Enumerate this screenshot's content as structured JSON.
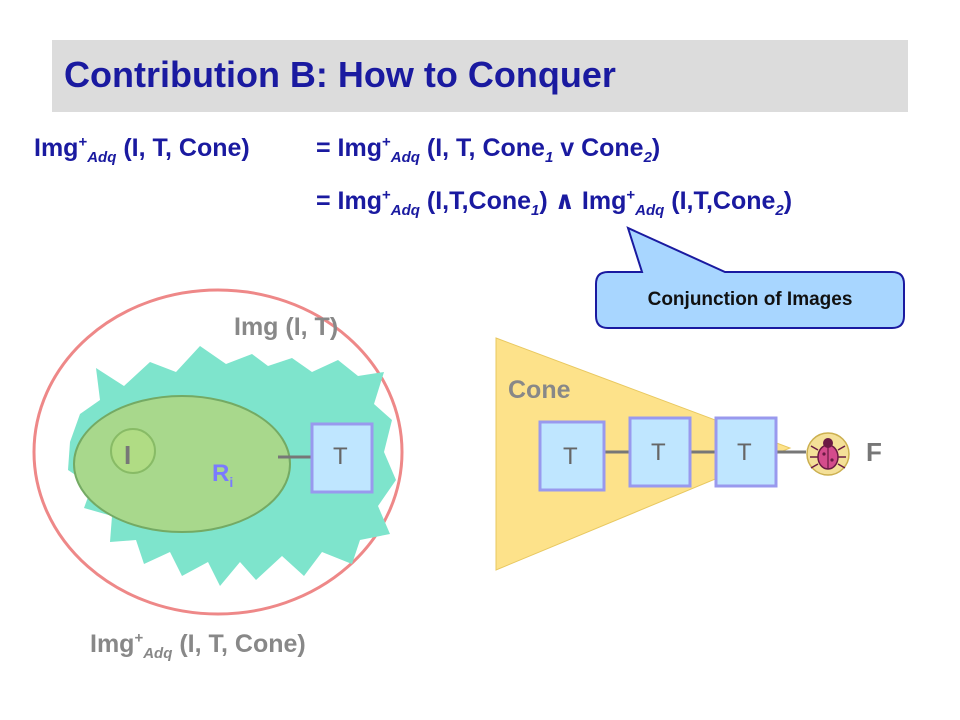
{
  "title": "Contribution B: How to Conquer",
  "equation": {
    "lhs": {
      "base": "Img",
      "sup": "+",
      "sub": "Adq",
      "args": " (I, T, Cone)"
    },
    "line1": {
      "prefix": "= Img",
      "sup": "+",
      "sub": "Adq",
      "args_a": " (I, T, Cone",
      "sub1": "1",
      "args_b": " v Cone",
      "sub2": "2",
      "close": ")"
    },
    "line2": {
      "prefix": "= Img",
      "sup": "+",
      "sub": "Adq",
      "args_a": " (I,T,Cone",
      "sub1": "1",
      "mid": ")  ∧  Img",
      "sup2": "+",
      "sub2": "Adq",
      "args_b": " (I,T,Cone",
      "sub3": "2",
      "close": ")"
    }
  },
  "callout": {
    "text": "Conjunction of Images"
  },
  "labels": {
    "img_it": "Img (I, T)",
    "cone": "Cone",
    "initial": "I",
    "ri_base": "R",
    "ri_sub": "i",
    "fault": "F",
    "bottom": {
      "base": "Img",
      "sup": "+",
      "sub": "Adq",
      "args": " (I, T, Cone)"
    }
  },
  "boxes": {
    "t_left": "T",
    "t_cone_1": "T",
    "t_cone_2": "T",
    "t_cone_3": "T"
  },
  "icons": {
    "bug": "bug-icon"
  },
  "colors": {
    "title_text": "#1a1aa0",
    "title_bg": "#dcdcdc",
    "cloud_fill": "#7ee4cc",
    "ellipse_outer": "#ee8888",
    "inner_fill": "#a8d88c",
    "box_fill": "#bfe6ff",
    "box_stroke": "#9999ee",
    "cone_fill": "#fde28a",
    "callout_fill": "#a8d6ff",
    "callout_stroke": "#1a1aa0",
    "bug": "#d44c8c"
  }
}
